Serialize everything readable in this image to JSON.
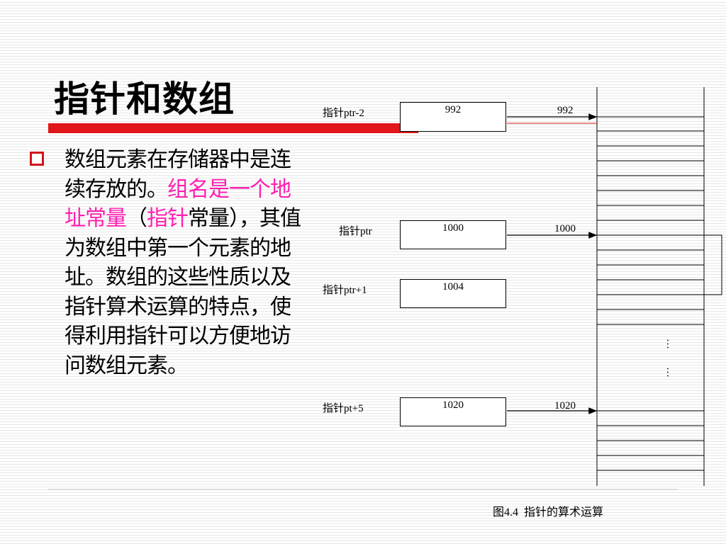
{
  "slide": {
    "title": "指针和数组",
    "bullet": {
      "seg1": "数组元素在存储器中是连续存放的。",
      "seg2": "组名是一个地址常量",
      "seg3": "（",
      "seg4": "指针",
      "seg5": "常量），其值为数组中第一个元素的地址。数组的这些性质以及指针算术运算的特点，使得利用指针可以方便地访问数组元素。"
    }
  },
  "diagram": {
    "pointers": [
      {
        "label": "指针ptr-2",
        "value": "992",
        "address": "992"
      },
      {
        "label": "指针ptr",
        "value": "1000",
        "address": "1000"
      },
      {
        "label": "指针ptr+1",
        "value": "1004",
        "address": ""
      },
      {
        "label": "指针pt+5",
        "value": "1020",
        "address": "1020"
      }
    ],
    "ellipsis": [
      "…",
      "…"
    ],
    "caption": "图4.4  指针的算术运算"
  },
  "colors": {
    "title_bar": "#e0161b",
    "highlight": "#ff1fb0",
    "bullet": "#d3121a"
  }
}
